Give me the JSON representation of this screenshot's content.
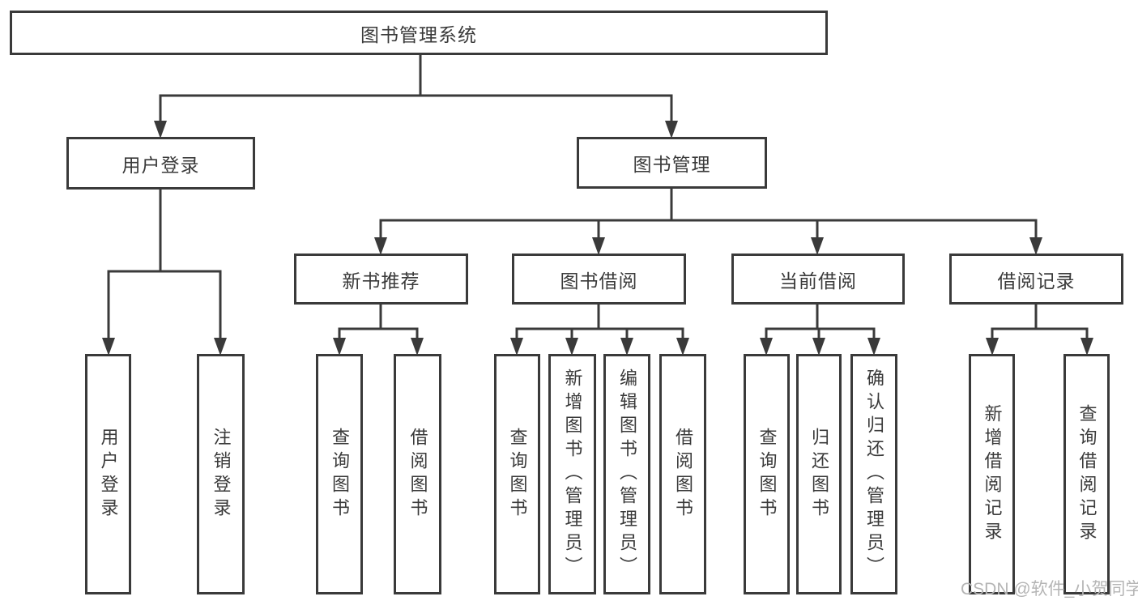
{
  "diagram": {
    "root": {
      "label": "图书管理系统"
    },
    "level2": [
      {
        "label": "用户登录"
      },
      {
        "label": "图书管理"
      }
    ],
    "level3": [
      {
        "label": "新书推荐"
      },
      {
        "label": "图书借阅"
      },
      {
        "label": "当前借阅"
      },
      {
        "label": "借阅记录"
      }
    ],
    "leaves": {
      "login": [
        {
          "label": "用户登录"
        },
        {
          "label": "注销登录"
        }
      ],
      "new_books": [
        {
          "label": "查询图书"
        },
        {
          "label": "借阅图书"
        }
      ],
      "book_borrow": [
        {
          "label": "查询图书"
        },
        {
          "label": "新增图书（管理员）"
        },
        {
          "label": "编辑图书（管理员）"
        },
        {
          "label": "借阅图书"
        }
      ],
      "current_borrow": [
        {
          "label": "查询图书"
        },
        {
          "label": "归还图书"
        },
        {
          "label": "确认归还（管理员）"
        }
      ],
      "borrow_records": [
        {
          "label": "新增借阅记录"
        },
        {
          "label": "查询借阅记录"
        }
      ]
    },
    "watermark": "CSDN @软件_小贺同学",
    "colors": {
      "line": "#3a3a3a",
      "text": "#3a3a3a",
      "watermark": "#b5b5b5",
      "background": "#ffffff"
    }
  }
}
